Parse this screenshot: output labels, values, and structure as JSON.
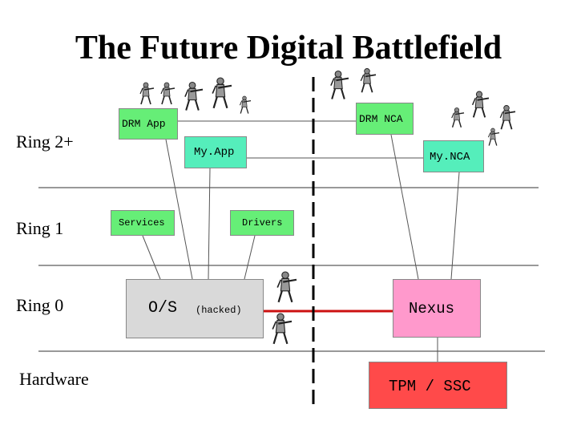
{
  "title": "The Future Digital Battlefield",
  "rings": {
    "ring2": "Ring 2+",
    "ring1": "Ring 1",
    "ring0": "Ring 0",
    "hardware": "Hardware"
  },
  "boxes": {
    "drm_app": "DRM App",
    "drm_nca": "DRM NCA",
    "my_app": "My.App",
    "my_nca": "My.NCA",
    "services": "Services",
    "drivers": "Drivers",
    "os": "O/S",
    "os_note": "(hacked)",
    "nexus": "Nexus",
    "tpm": "TPM / SSC"
  },
  "colors": {
    "drm_app": "#66ee77",
    "drm_nca": "#66ee77",
    "my_app": "#55eebb",
    "my_nca": "#55eebb",
    "services": "#66ee77",
    "drivers": "#66ee77",
    "os": "#d9d9d9",
    "nexus": "#ff99cc",
    "tpm": "#ff4a4a",
    "attack_line": "#cc1111"
  },
  "icons": [
    "soldier-icon"
  ]
}
